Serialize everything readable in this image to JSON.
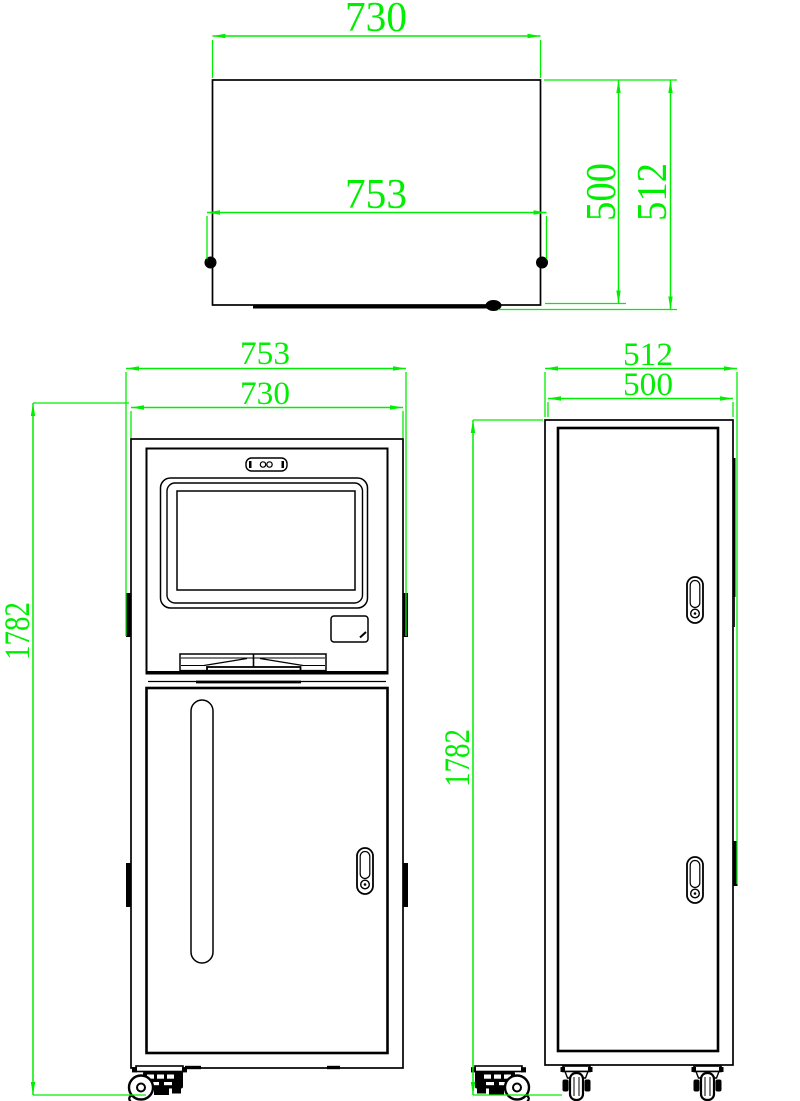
{
  "drawing": {
    "colors": {
      "background": "#ffffff",
      "lines": "#000000",
      "dimensions": "#00ee00"
    },
    "views": {
      "top": {
        "dims": {
          "width": "730",
          "width_overall": "753",
          "depth": "500",
          "depth_overall": "512"
        }
      },
      "front": {
        "dims": {
          "width_overall": "753",
          "width": "730",
          "height": "1782"
        }
      },
      "side": {
        "dims": {
          "depth_overall": "512",
          "depth": "500",
          "height": "1782"
        }
      }
    }
  }
}
